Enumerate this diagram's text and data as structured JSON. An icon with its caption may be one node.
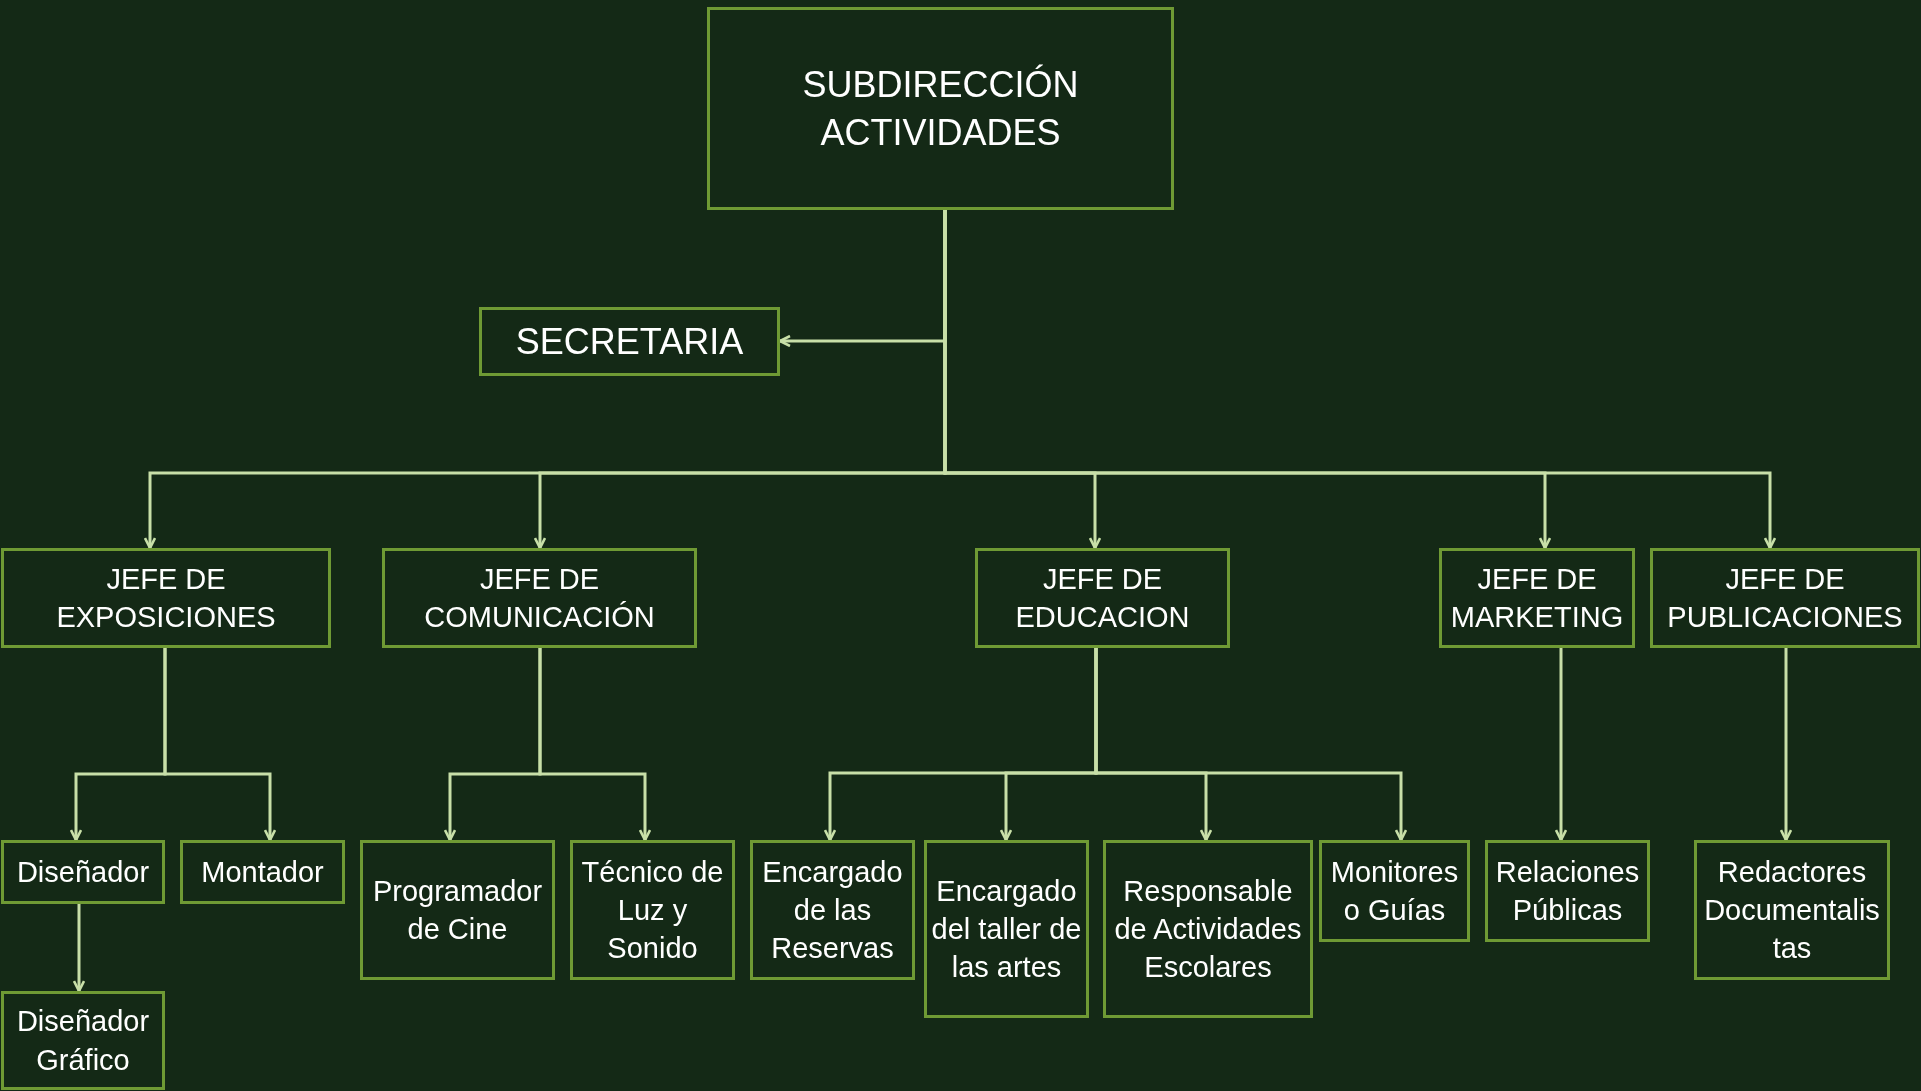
{
  "diagram": {
    "nodes": [
      {
        "text": [
          "SUBDIRECCIÓN ACTIVIDADES"
        ]
      },
      {
        "text": [
          "SECRETARIA"
        ]
      },
      {
        "text": [
          "JEFE DE EXPOSICIONES"
        ]
      },
      {
        "text": [
          "JEFE DE COMUNICACIÓN"
        ]
      },
      {
        "text": [
          "JEFE DE EDUCACION"
        ]
      },
      {
        "text": [
          "JEFE DE MARKETING"
        ]
      },
      {
        "text": [
          "JEFE DE PUBLICACIONES"
        ]
      },
      {
        "text": [
          "Diseñador"
        ]
      },
      {
        "text": [
          "Diseñador Gráfico"
        ]
      },
      {
        "text": [
          "Montador"
        ]
      },
      {
        "text": [
          "Programador de Cine"
        ]
      },
      {
        "text": [
          "Técnico de Luz y Sonido"
        ]
      },
      {
        "text": [
          "Encargado de las Reservas"
        ]
      },
      {
        "text": [
          "Encargado del taller de las artes"
        ]
      },
      {
        "text": [
          "Responsable de Actividades Escolares"
        ]
      },
      {
        "text": [
          "Monitores o Guías"
        ]
      },
      {
        "text": [
          "Relaciones Públicas"
        ]
      },
      {
        "text": [
          "Redactores Documentalistas"
        ]
      }
    ],
    "edges": [
      {
        "from": 0,
        "to": 1,
        "arrow": "to"
      },
      {
        "from": 0,
        "to": 2,
        "arrow": "to"
      },
      {
        "from": 0,
        "to": 3,
        "arrow": "to"
      },
      {
        "from": 0,
        "to": 4,
        "arrow": "to"
      },
      {
        "from": 0,
        "to": 5,
        "arrow": "to"
      },
      {
        "from": 0,
        "to": 6,
        "arrow": "to"
      },
      {
        "from": 2,
        "to": 7,
        "arrow": "to"
      },
      {
        "from": 2,
        "to": 9,
        "arrow": "to"
      },
      {
        "from": 7,
        "to": 8,
        "arrow": "to"
      },
      {
        "from": 3,
        "to": 10,
        "arrow": "to"
      },
      {
        "from": 3,
        "to": 11,
        "arrow": "to"
      },
      {
        "from": 4,
        "to": 12,
        "arrow": "to"
      },
      {
        "from": 4,
        "to": 13,
        "arrow": "to"
      },
      {
        "from": 4,
        "to": 14,
        "arrow": "to"
      },
      {
        "from": 4,
        "to": 15,
        "arrow": "to"
      },
      {
        "from": 5,
        "to": 16,
        "arrow": "to"
      },
      {
        "from": 6,
        "to": 17,
        "arrow": "to"
      }
    ]
  }
}
